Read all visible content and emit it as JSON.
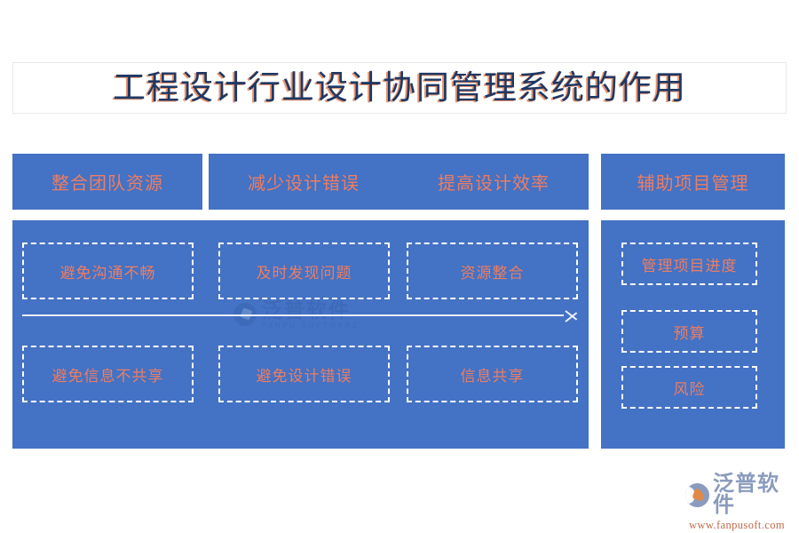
{
  "title": "工程设计行业设计协同管理系统的作用",
  "colors": {
    "panel_blue": "#4472C4",
    "accent_salmon": "#ED7D62",
    "title_navy": "#1F3864",
    "dashed_white": "#FFFFFF",
    "page_background": "#FFFFFF"
  },
  "headers": [
    {
      "label": "整合团队资源"
    },
    {
      "label": "减少设计错误"
    },
    {
      "label": "提高设计效率"
    },
    {
      "label": "辅助项目管理"
    }
  ],
  "left_panel": {
    "row1": [
      {
        "label": "避免沟通不畅"
      },
      {
        "label": "及时发现问题"
      },
      {
        "label": "资源整合"
      }
    ],
    "row2": [
      {
        "label": "避免信息不共享"
      },
      {
        "label": "避免设计错误"
      },
      {
        "label": "信息共享"
      }
    ]
  },
  "right_panel": {
    "items": [
      {
        "label": "管理项目进度"
      },
      {
        "label": "预算"
      },
      {
        "label": "风险"
      }
    ]
  },
  "watermark": {
    "cn": "泛普软件",
    "en": "FANPU SOFTWARE"
  },
  "brand": {
    "name": "泛普软件",
    "url": "www.fanpusoft.com"
  }
}
